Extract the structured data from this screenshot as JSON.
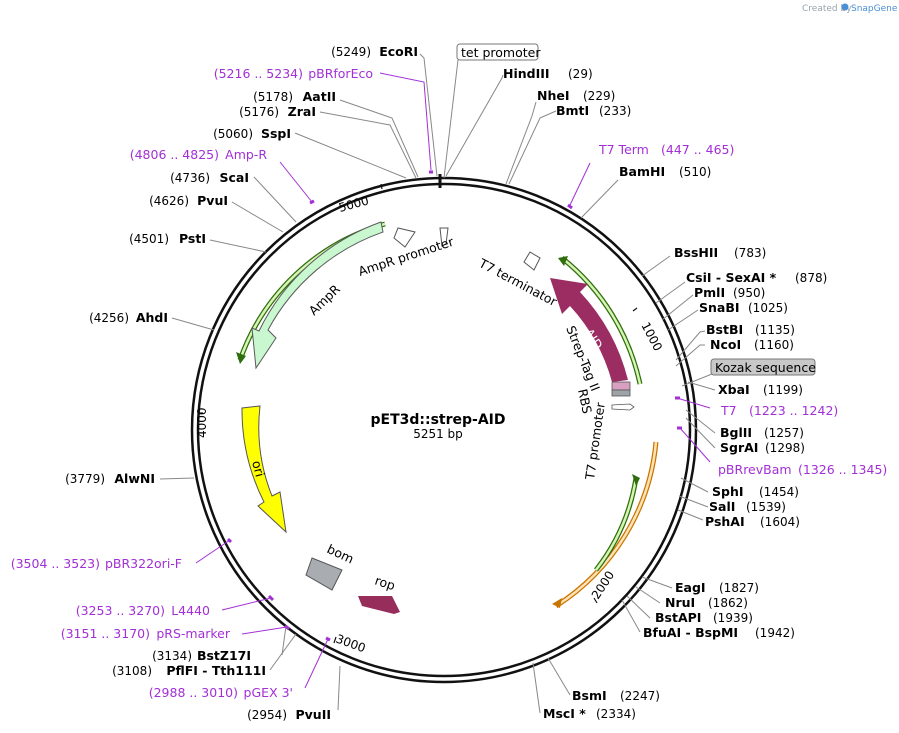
{
  "credit": {
    "prefix": "Created by",
    "brand": "SnapGene"
  },
  "plasmid": {
    "name": "pET3d::strep-AID",
    "length": "5251 bp"
  },
  "ticks": [
    "1000",
    "2000",
    "3000",
    "4000",
    "5000"
  ],
  "sites_right": [
    {
      "name": "HindIII",
      "pos": "(29)"
    },
    {
      "name": "NheI",
      "pos": "(229)"
    },
    {
      "name": "BmtI",
      "pos": "(233)"
    },
    {
      "name": "BamHI",
      "pos": "(510)"
    },
    {
      "name": "BssHII",
      "pos": "(783)"
    },
    {
      "name": "CsiI  -  SexAI *",
      "pos": "(878)"
    },
    {
      "name": "PmlI",
      "pos": "(950)"
    },
    {
      "name": "SnaBI",
      "pos": "(1025)"
    },
    {
      "name": "BstBI",
      "pos": "(1135)"
    },
    {
      "name": "NcoI",
      "pos": "(1160)"
    },
    {
      "name": "XbaI",
      "pos": "(1199)"
    },
    {
      "name": "BglII",
      "pos": "(1257)"
    },
    {
      "name": "SgrAI",
      "pos": "(1298)"
    },
    {
      "name": "SphI",
      "pos": "(1454)"
    },
    {
      "name": "SalI",
      "pos": "(1539)"
    },
    {
      "name": "PshAI",
      "pos": "(1604)"
    },
    {
      "name": "EagI",
      "pos": "(1827)"
    },
    {
      "name": "NruI",
      "pos": "(1862)"
    },
    {
      "name": "BstAPI",
      "pos": "(1939)"
    },
    {
      "name": "BfuAI  -  BspMI",
      "pos": "(1942)"
    },
    {
      "name": "BsmI",
      "pos": "(2247)"
    },
    {
      "name": "MscI *",
      "pos": "(2334)"
    }
  ],
  "sites_left": [
    {
      "name": "EcoRI",
      "pos": "(5249)"
    },
    {
      "name": "AatII",
      "pos": "(5178)"
    },
    {
      "name": "ZraI",
      "pos": "(5176)"
    },
    {
      "name": "SspI",
      "pos": "(5060)"
    },
    {
      "name": "ScaI",
      "pos": "(4736)"
    },
    {
      "name": "PvuI",
      "pos": "(4626)"
    },
    {
      "name": "PstI",
      "pos": "(4501)"
    },
    {
      "name": "AhdI",
      "pos": "(4256)"
    },
    {
      "name": "AlwNI",
      "pos": "(3779)"
    },
    {
      "name": "BstZ17I",
      "pos": "(3134)"
    },
    {
      "name": "PflFI  -  Tth111I",
      "pos": "(3108)"
    },
    {
      "name": "PvuII",
      "pos": "(2954)"
    }
  ],
  "primers_right": [
    {
      "name": "T7 Term",
      "range": "(447 .. 465)"
    },
    {
      "name": "T7",
      "range": "(1223 .. 1242)"
    },
    {
      "name": "pBRrevBam",
      "range": "(1326 .. 1345)"
    }
  ],
  "primers_left": [
    {
      "name": "pBRforEco",
      "range": "(5216 .. 5234)"
    },
    {
      "name": "Amp-R",
      "range": "(4806 .. 4825)"
    },
    {
      "name": "pBR322ori-F",
      "range": "(3504 .. 3523)"
    },
    {
      "name": "L4440",
      "range": "(3253 .. 3270)"
    },
    {
      "name": "pRS-marker",
      "range": "(3151 .. 3170)"
    },
    {
      "name": "pGEX 3'",
      "range": "(2988 .. 3010)"
    }
  ],
  "boxed_features": {
    "tet_promoter": "tet promoter",
    "kozak": "Kozak sequence"
  },
  "features": {
    "aid": "AID",
    "strep_tag": "Strep-Tag II",
    "rbs": "RBS",
    "t7_promoter": "T7 promoter",
    "t7_terminator": "T7 terminator",
    "ampr": "AmpR",
    "ampr_promoter": "AmpR promoter",
    "ori": "ori",
    "bom": "bom",
    "rop": "rop"
  },
  "colors": {
    "aid": "#9b2d62",
    "ampr": "#c9f7cf",
    "ori": "#ffff00",
    "bom": "#a9adb2",
    "rop": "#962d5a",
    "orf_green": "#4d9a16",
    "orf_orange": "#e08a16",
    "primer": "#a32fd6",
    "backbone": "#111111"
  }
}
